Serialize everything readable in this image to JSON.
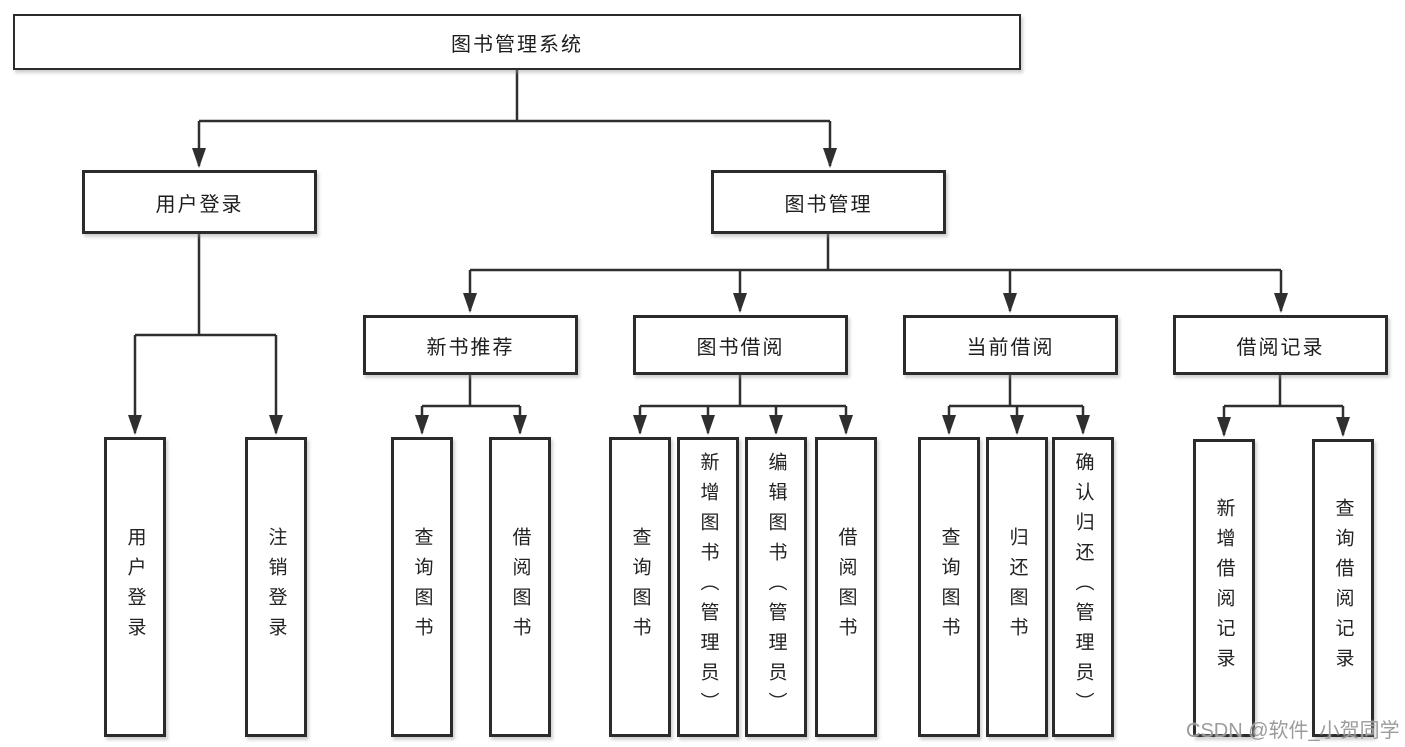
{
  "diagram": {
    "type": "tree",
    "nodes": {
      "root": "图书管理系统",
      "user_login": "用户登录",
      "book_mgmt": "图书管理",
      "new_books": "新书推荐",
      "book_borrow": "图书借阅",
      "current_borrow": "当前借阅",
      "borrow_records": "借阅记录",
      "leaf_user_login": "用户登录",
      "leaf_logout": "注销登录",
      "nb_query": "查询图书",
      "nb_borrow": "借阅图书",
      "bb_query": "查询图书",
      "bb_add": "新增图书（管理员）",
      "bb_edit": "编辑图书（管理员）",
      "bb_borrow": "借阅图书",
      "cb_query": "查询图书",
      "cb_return": "归还图书",
      "cb_confirm": "确认归还（管理员）",
      "br_add": "新增借阅记录",
      "br_query": "查询借阅记录"
    },
    "edges": [
      [
        "root",
        "user_login"
      ],
      [
        "root",
        "book_mgmt"
      ],
      [
        "user_login",
        "leaf_user_login"
      ],
      [
        "user_login",
        "leaf_logout"
      ],
      [
        "book_mgmt",
        "new_books"
      ],
      [
        "book_mgmt",
        "book_borrow"
      ],
      [
        "book_mgmt",
        "current_borrow"
      ],
      [
        "book_mgmt",
        "borrow_records"
      ],
      [
        "new_books",
        "nb_query"
      ],
      [
        "new_books",
        "nb_borrow"
      ],
      [
        "book_borrow",
        "bb_query"
      ],
      [
        "book_borrow",
        "bb_add"
      ],
      [
        "book_borrow",
        "bb_edit"
      ],
      [
        "book_borrow",
        "bb_borrow"
      ],
      [
        "current_borrow",
        "cb_query"
      ],
      [
        "current_borrow",
        "cb_return"
      ],
      [
        "current_borrow",
        "cb_confirm"
      ],
      [
        "borrow_records",
        "br_add"
      ],
      [
        "borrow_records",
        "br_query"
      ]
    ]
  },
  "colors": {
    "background": "#ffffff",
    "box_border": "#2b2b2b",
    "line": "#2f2f2f",
    "text": "#1e1e1e",
    "watermark": "#9c9c9c"
  },
  "watermark": "CSDN @软件_小贺同学"
}
